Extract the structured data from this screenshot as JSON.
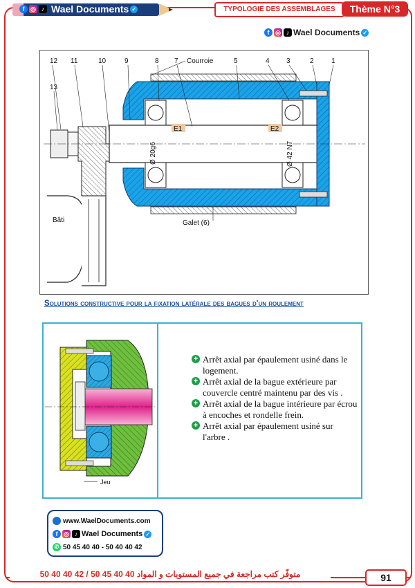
{
  "header": {
    "brand": "Wael Documents",
    "topic": "TYPOLOGIE DES ASSEMBLAGES",
    "theme": "Thème N°3"
  },
  "brand_right": "Wael Documents",
  "drawing": {
    "part_numbers": [
      "12",
      "11",
      "10",
      "9",
      "8",
      "7",
      "5",
      "4",
      "3",
      "2",
      "1",
      "13"
    ],
    "labels": {
      "courroie": "Courroie",
      "bati": "Bâti",
      "galet": "Galet (6)",
      "e1": "E1",
      "e2": "E2",
      "dim_shaft": "Ø 20g6",
      "dim_housing": "Ø 42 N7"
    }
  },
  "section_title": "Solutions constructive pour la fixation latérale des bagues d'un roulement",
  "solutions_box": {
    "jeu_label": "Jeu",
    "items": [
      "Arrêt axial par épaulement usiné dans le logement.",
      "Arrêt axial de la bague extérieure par couvercle centré maintenu par des vis .",
      "Arrêt axial de la bague intérieure par écrou à encoches et rondelle frein.",
      "Arrêt axial par épaulement usiné sur l'arbre ."
    ]
  },
  "contact_card": {
    "website": "www.WaelDocuments.com",
    "brand": "Wael Documents",
    "phones": "50 45 40 40 - 50 40 40 42"
  },
  "footer": {
    "text": "متوفّر كتب مراجعة في جميع المستويات و المواد 40 40 45 50 / 42 40 40 50",
    "page_number": "91"
  },
  "icons": [
    "facebook-icon",
    "instagram-icon",
    "tiktok-icon",
    "verified-icon",
    "globe-icon",
    "whatsapp-icon",
    "plus-icon"
  ],
  "colors": {
    "accent": "#d62828",
    "title_blue": "#1a4fa3",
    "box_border": "#3bb3c7",
    "bullet_green": "#1e9e4a"
  }
}
